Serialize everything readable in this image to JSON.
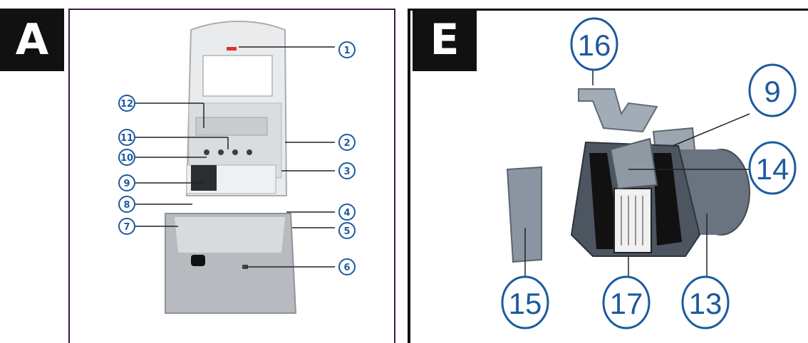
{
  "panels": [
    {
      "label": "A"
    },
    {
      "label": "E"
    }
  ],
  "panel_a": {
    "callouts": [
      "1",
      "2",
      "3",
      "4",
      "5",
      "6",
      "7",
      "8",
      "9",
      "10",
      "11",
      "12"
    ]
  },
  "panel_e": {
    "callouts": [
      "16",
      "9",
      "14",
      "15",
      "17",
      "13"
    ]
  },
  "colors": {
    "callout": "#1c5a9e",
    "frame_a": "#3d1a4a",
    "tag_bg": "#111111",
    "device_body": "#e4e6e8",
    "cartridge": "#6a7480"
  }
}
